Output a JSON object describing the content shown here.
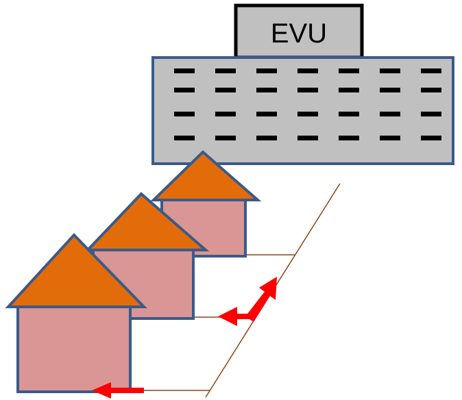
{
  "utility": {
    "label": "EVU",
    "building_fill": "#c0c0c0",
    "building_stroke": "#3a5a8a",
    "window_color": "#000000"
  },
  "houses": {
    "count": 3,
    "roof_fill": "#e36c0a",
    "wall_fill": "#d99694",
    "stroke": "#3a5a8a"
  },
  "grid": {
    "line_color": "#8b4513"
  },
  "arrows": {
    "color": "#ff0000",
    "count": 3
  }
}
